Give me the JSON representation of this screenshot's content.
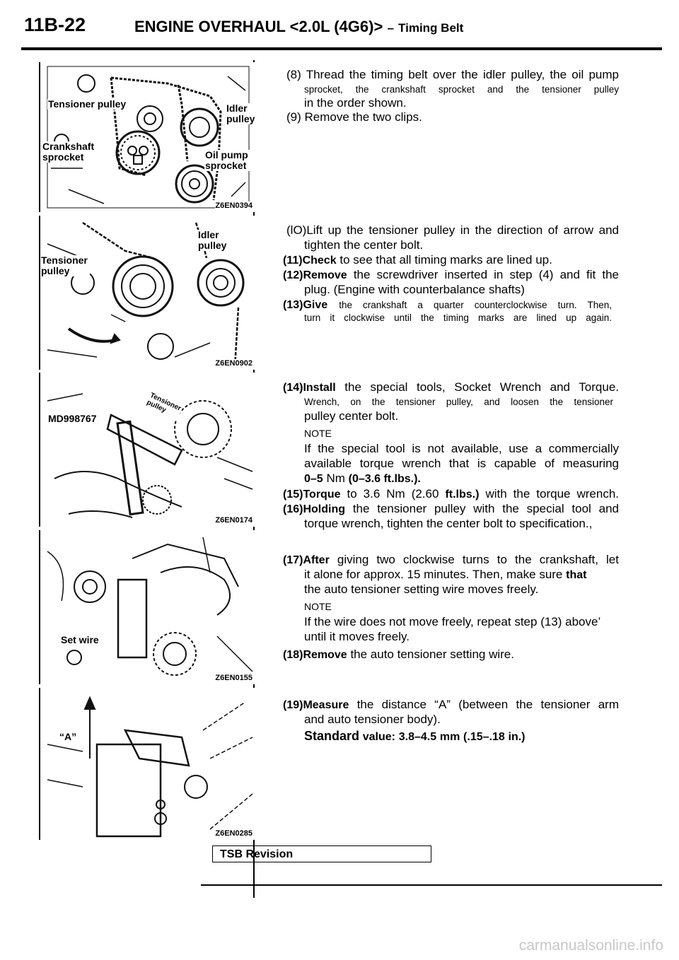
{
  "header": {
    "code": "11B-22",
    "title": "ENGINE OVERHAUL",
    "engine": "<2.0L (4G6)>",
    "dash": "–",
    "section": "Timing Belt"
  },
  "figures": [
    {
      "code": "Z6EN0394",
      "labels": [
        "Tensioner pulley",
        "Idler pulley",
        "Crankshaft sprocket",
        "Oil pump sprocket"
      ]
    },
    {
      "code": "Z6EN0902",
      "labels": [
        "Tensioner pulley",
        "Idler pulley"
      ]
    },
    {
      "code": "Z6EN0174",
      "labels": [
        "MD998767",
        "Tensioner pulley"
      ]
    },
    {
      "code": "Z6EN0155",
      "labels": [
        "Set wire"
      ]
    },
    {
      "code": "Z6EN0285",
      "labels": [
        "“A”"
      ]
    }
  ],
  "steps": {
    "s8": {
      "num": "(8)",
      "line1": "Thread the timing belt over the idler pulley, the oil pump",
      "line2": "sprocket, the crankshaft sprocket and the tensioner pulley",
      "line3": "in the order shown."
    },
    "s9": {
      "num": "(9)",
      "text": "Remove the two clips."
    },
    "s10": {
      "num": "(lO)",
      "line1": "Lift up the tensioner pulley in the direction of arrow and",
      "line2": "tighten the center bolt."
    },
    "s11": {
      "num": "(11)",
      "verb": "Check",
      "text": "to see that all timing marks are lined up."
    },
    "s12": {
      "num": "(12)",
      "verb": "Remove",
      "line1": "the screwdriver inserted in step (4) and fit the",
      "line2": "plug. (Engine with counterbalance shafts)"
    },
    "s13": {
      "num": "(13)",
      "verb": "Give",
      "line1": "the crankshaft a quarter counterclockwise turn. Then,",
      "line2": "turn it clockwise until the timing marks are lined up again."
    },
    "s14": {
      "num": "(14)",
      "verb": "Install",
      "line1": "the special tools, Socket Wrench and Torque.",
      "line2": "Wrench, on the tensioner pulley, and loosen the tensioner",
      "line3": "pulley center bolt."
    },
    "note1": {
      "label": "NOTE",
      "line1": "If the special tool is not available, use a commercially",
      "line2": "available torque wrench that is capable of measuring",
      "range": "0–5",
      "unit": "Nm",
      "imperial": "(0–3.6 ft.lbs.)."
    },
    "s15": {
      "num": "(15)",
      "verb": "Torque",
      "pre": "to 3.6 Nm (2.60",
      "unit": "ft.lbs.)",
      "post": "with the torque wrench."
    },
    "s16": {
      "num": "(16)",
      "verb": "Holding",
      "line1": "the tensioner pulley with the special tool and",
      "line2": "torque wrench, tighten the center bolt to specification.,"
    },
    "s17": {
      "num": "(17)",
      "verb": "After",
      "line1": "giving two clockwise turns to the crankshaft, let",
      "line2": "it alone for approx. 15 minutes. Then, make sure",
      "line2b": "that",
      "line3": "the auto tensioner setting wire moves freely."
    },
    "note2": {
      "label": "NOTE",
      "line1": "If the wire does not move freely, repeat step (13) above’",
      "line2": "until it moves freely."
    },
    "s18": {
      "num": "(18)",
      "verb": "Remove",
      "text": "the auto tensioner setting wire."
    },
    "s19": {
      "num": "(19)",
      "verb": "Measure",
      "line1": "the distance “A” (between the tensioner arm",
      "line2": "and auto tensioner body)."
    },
    "standard": {
      "label": "Standard",
      "value_label": "value:",
      "value": "3.8–4.5",
      "unit": "mm",
      "imperial": "(.15–.18",
      "imperial_unit": "in.)"
    }
  },
  "footer": {
    "tsb": "TSB Revision",
    "watermark": "carmanualsonline.info"
  }
}
